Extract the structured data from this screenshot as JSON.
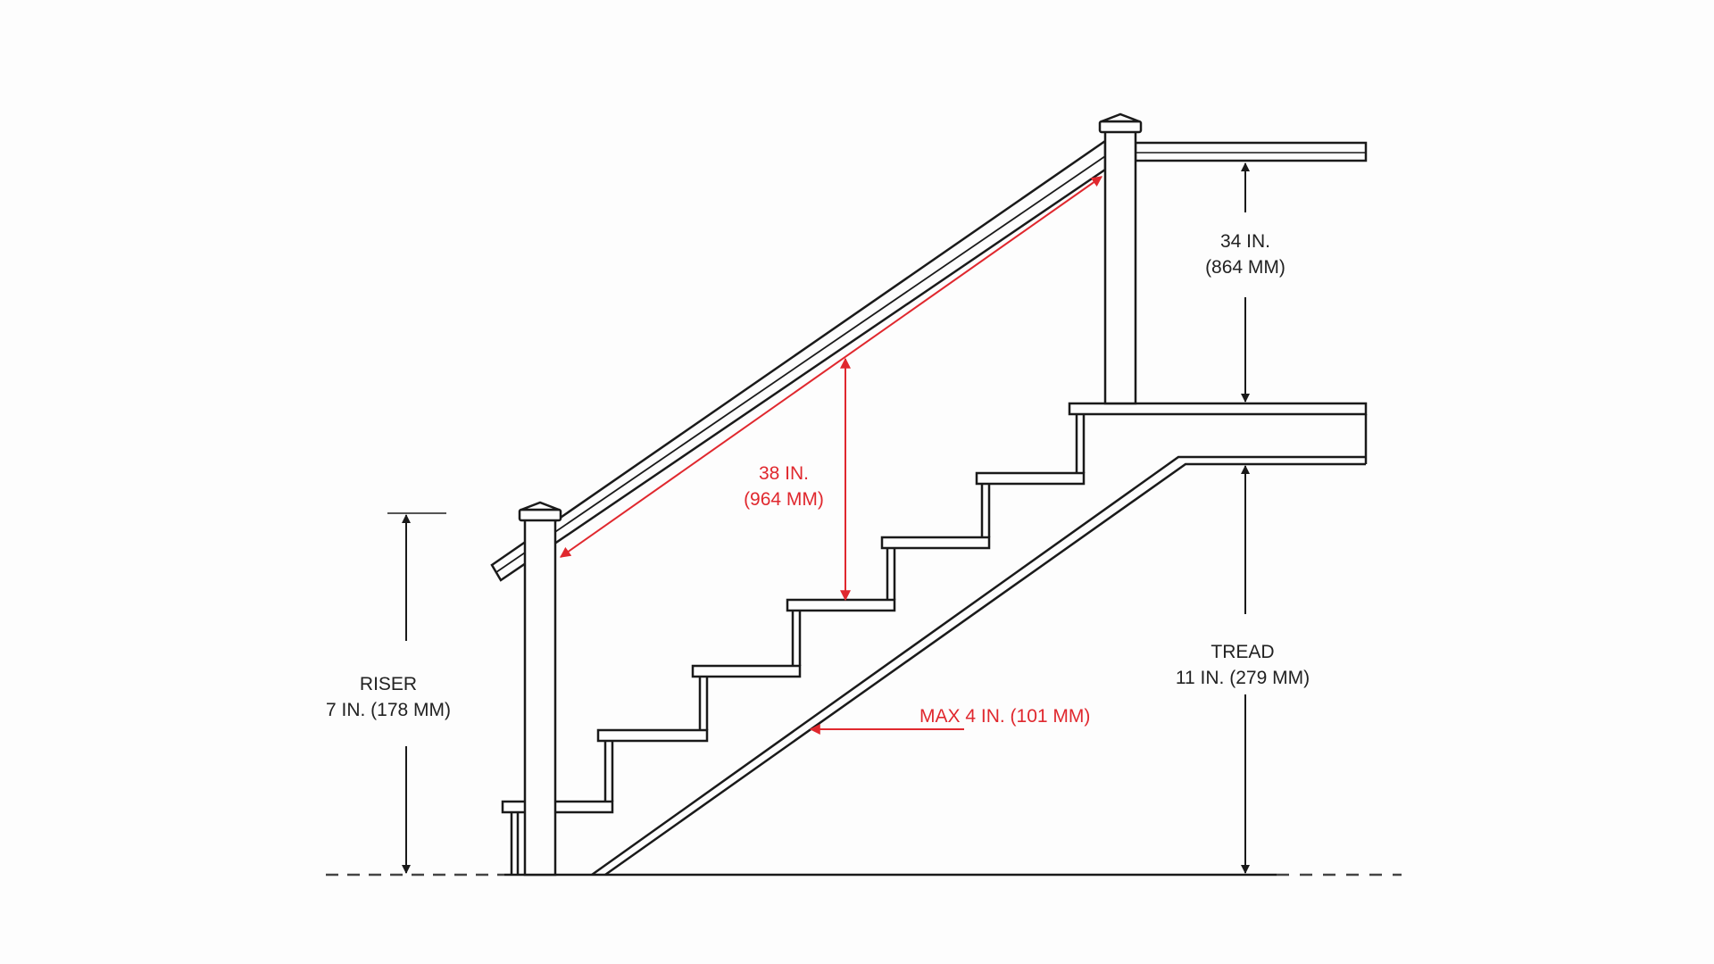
{
  "diagram": {
    "type": "stair railing dimension diagram",
    "colors": {
      "line": "#1a1a1a",
      "dimension": "#222222",
      "accent_red": "#e0282e",
      "background": "#fdfdfd"
    },
    "components": [
      "ground-line",
      "bottom-post",
      "top-post",
      "stair-handrail",
      "landing-handrail",
      "treads",
      "stringer",
      "landing"
    ],
    "step_count": 6
  },
  "labels": {
    "landing_rail_height": {
      "line1": "34 IN.",
      "line2": "(864 MM)"
    },
    "stair_rail_height": {
      "line1": "38 IN.",
      "line2": "(964 MM)"
    },
    "riser": {
      "line1": "RISER",
      "line2": "7 IN. (178 MM)"
    },
    "tread": {
      "line1": "TREAD",
      "line2": "11 IN. (279 MM)"
    },
    "max_gap": {
      "line1": "MAX 4 IN. (101 MM)"
    }
  }
}
